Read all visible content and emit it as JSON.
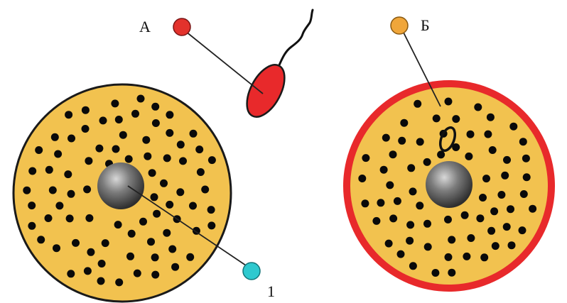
{
  "labels": {
    "sperm": "А",
    "fertilized_egg": "Б",
    "nucleus": "1"
  },
  "colors": {
    "cytoplasm": "#f2c24f",
    "yolk_dot": "#0a0a0a",
    "cell_outline": "#1a1a1a",
    "sperm_body": "#e8292b",
    "fertilization_membrane": "#e8292b",
    "nucleus_gray": "#6a6a6a",
    "marker_a": "#e3322c",
    "marker_b": "#f0a63a",
    "marker_1": "#2ec9cf",
    "leader_line": "#222222"
  },
  "icons": {
    "marker_a": "red-circle-marker",
    "marker_b": "orange-circle-marker",
    "marker_1": "cyan-circle-marker"
  }
}
